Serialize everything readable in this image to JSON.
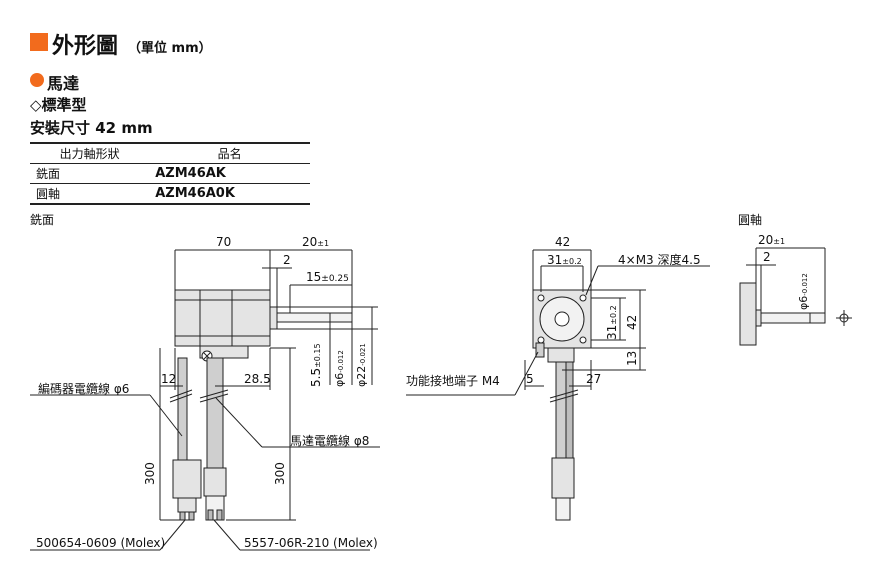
{
  "header": {
    "title": "外形圖",
    "unit": "（單位 mm）"
  },
  "motor_section": {
    "label": "馬達",
    "type_label": "◇標準型",
    "mount_size": "安裝尺寸 42 mm"
  },
  "spec_table": {
    "columns": [
      "出力軸形狀",
      "品名"
    ],
    "rows": [
      {
        "shaft": "銑面",
        "model": "AZM46AK"
      },
      {
        "shaft": "圓軸",
        "model": "AZM46A0K"
      }
    ]
  },
  "views": {
    "flat_label": "銑面",
    "round_label": "圓軸"
  },
  "dimensions": {
    "length": "70",
    "shaft_len": "20",
    "shaft_len_tol": "±1",
    "step": "2",
    "flat_len": "15",
    "flat_tol": "±0.25",
    "flat_depth": "5.5",
    "flat_depth_tol": "±0.15",
    "shaft_dia": "φ6",
    "shaft_dia_tol_top": "0",
    "shaft_dia_tol_bot": "-0.012",
    "pilot_dia": "φ22",
    "pilot_tol_top": "0",
    "pilot_tol_bot": "-0.021",
    "encoder_offset": "12",
    "motor_cable_offset": "28.5",
    "cable_len_left": "300",
    "cable_len_right": "300",
    "flange": "42",
    "hole_pitch": "31",
    "hole_pitch_tol": "±0.2",
    "holes": "4×M3 深度4.5",
    "bottom_to_center": "13",
    "ground_w": "5",
    "cable_offset_front": "27",
    "round_shaft_len": "20",
    "round_shaft_tol": "±1",
    "round_step": "2"
  },
  "callouts": {
    "encoder_cable": "編碼器電纜線 φ6",
    "motor_cable": "馬達電纜線 φ8",
    "ground_terminal": "功能接地端子 M4",
    "encoder_connector": "500654-0609 (Molex)",
    "motor_connector": "5557-06R-210 (Molex)"
  }
}
